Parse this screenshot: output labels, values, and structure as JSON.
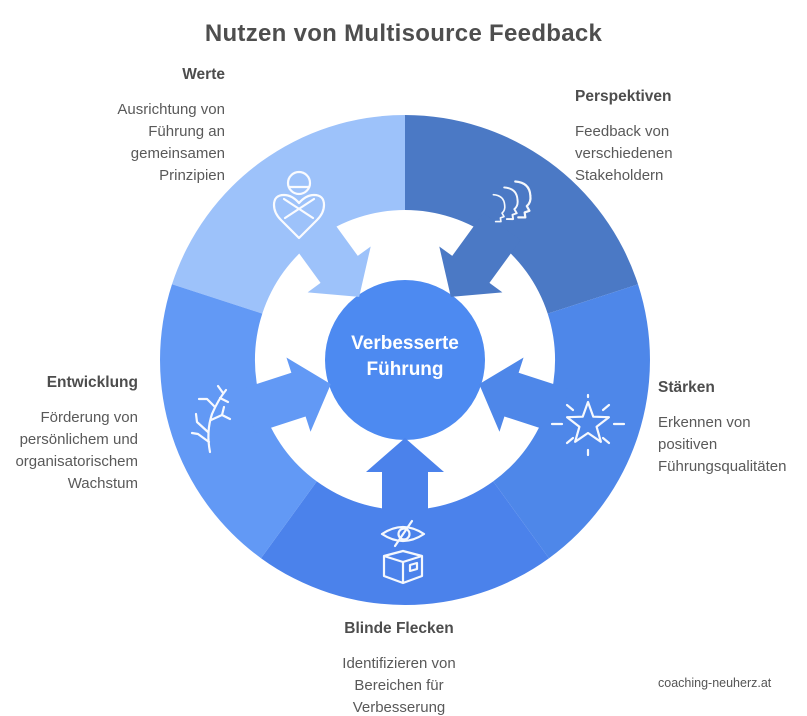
{
  "title": "Nutzen von Multisource Feedback",
  "watermark": "coaching-neuherz.at",
  "center": {
    "line1": "Verbesserte",
    "line2": "Führung",
    "color": "#4d8af1"
  },
  "segments": [
    {
      "id": "werte",
      "heading": "Werte",
      "lines": [
        "Ausrichtung von",
        "Führung an",
        "gemeinsamen",
        "Prinzipien"
      ],
      "color": "#9dc2fa",
      "icon": "person-heart-icon"
    },
    {
      "id": "perspektiven",
      "heading": "Perspektiven",
      "lines": [
        "Feedback von",
        "verschiedenen",
        "Stakeholdern"
      ],
      "color": "#4b79c5",
      "icon": "faces-echo-icon"
    },
    {
      "id": "staerken",
      "heading": "Stärken",
      "lines": [
        "Erkennen von",
        "positiven",
        "Führungsqualitäten"
      ],
      "color": "#4e87e9",
      "icon": "sparkle-star-icon"
    },
    {
      "id": "blinde-flecken",
      "heading": "Blinde Flecken",
      "lines": [
        "Identifizieren von",
        "Bereichen für",
        "Verbesserung"
      ],
      "color": "#4b82eb",
      "icon": "hidden-eye-box-icon"
    },
    {
      "id": "entwicklung",
      "heading": "Entwicklung",
      "lines": [
        "Förderung von",
        "persönlichem und",
        "organisatorischem",
        "Wachstum"
      ],
      "color": "#6299f5",
      "icon": "branch-growth-icon"
    }
  ],
  "theme": {
    "heading_color": "#4d4d4d",
    "body_color": "#595959",
    "title_color": "#4e4e4e",
    "watermark_color": "#555555",
    "icon_stroke": "#ffffff",
    "center_text": "#ffffff"
  }
}
